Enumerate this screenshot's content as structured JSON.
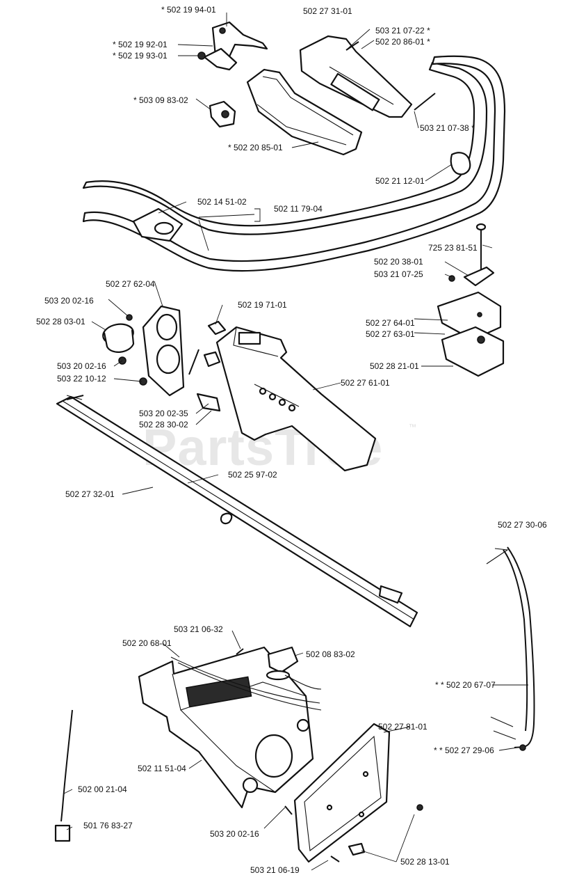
{
  "watermark": {
    "text": "PartsTree",
    "trademark": "™"
  },
  "parts": [
    {
      "id": "l01",
      "text": "* 502 19 94-01"
    },
    {
      "id": "l02",
      "text": "502 27 31-01"
    },
    {
      "id": "l03",
      "text": "503 21 07-22  *"
    },
    {
      "id": "l04",
      "text": "502 20 86-01  *"
    },
    {
      "id": "l05",
      "text": "* 502 19 92-01"
    },
    {
      "id": "l06",
      "text": "* 502 19 93-01"
    },
    {
      "id": "l07",
      "text": "* 503 09 83-02"
    },
    {
      "id": "l08",
      "text": "503 21 07-38  *"
    },
    {
      "id": "l09",
      "text": "* 502 20 85-01"
    },
    {
      "id": "l10",
      "text": "502 21 12-01"
    },
    {
      "id": "l11",
      "text": "502 14 51-02"
    },
    {
      "id": "l12",
      "text": "502 11 79-04"
    },
    {
      "id": "l13",
      "text": "725 23 81-51"
    },
    {
      "id": "l14",
      "text": "502 20 38-01"
    },
    {
      "id": "l15",
      "text": "503 21 07-25"
    },
    {
      "id": "l16",
      "text": "502 27 62-04"
    },
    {
      "id": "l17",
      "text": "502 19 71-01"
    },
    {
      "id": "l18",
      "text": "503 20 02-16"
    },
    {
      "id": "l19",
      "text": "502 28 03-01"
    },
    {
      "id": "l20",
      "text": "502 27 64-01"
    },
    {
      "id": "l21",
      "text": "502 27 63-01"
    },
    {
      "id": "l22",
      "text": "502 28 21-01"
    },
    {
      "id": "l23",
      "text": "503 20 02-16"
    },
    {
      "id": "l24",
      "text": "503 22 10-12"
    },
    {
      "id": "l25",
      "text": "502 27 61-01"
    },
    {
      "id": "l26",
      "text": "503 20 02-35"
    },
    {
      "id": "l27",
      "text": "502 28 30-02"
    },
    {
      "id": "l28",
      "text": "502 25 97-02"
    },
    {
      "id": "l29",
      "text": "502 27 32-01"
    },
    {
      "id": "l30",
      "text": "502 27 30-06"
    },
    {
      "id": "l31",
      "text": "503 21 06-32"
    },
    {
      "id": "l32",
      "text": "502 20 68-01"
    },
    {
      "id": "l33",
      "text": "502 08 83-02"
    },
    {
      "id": "l34",
      "text": "* *  502 20 67-07"
    },
    {
      "id": "l35",
      "text": "502 27 81-01"
    },
    {
      "id": "l36",
      "text": "* *  502 27 29-06"
    },
    {
      "id": "l37",
      "text": "502 11 51-04"
    },
    {
      "id": "l38",
      "text": "502 00 21-04"
    },
    {
      "id": "l39",
      "text": "501 76 83-27"
    },
    {
      "id": "l40",
      "text": "503 20 02-16"
    },
    {
      "id": "l41",
      "text": "502 28 13-01"
    },
    {
      "id": "l42",
      "text": "503 21 06-19"
    }
  ]
}
